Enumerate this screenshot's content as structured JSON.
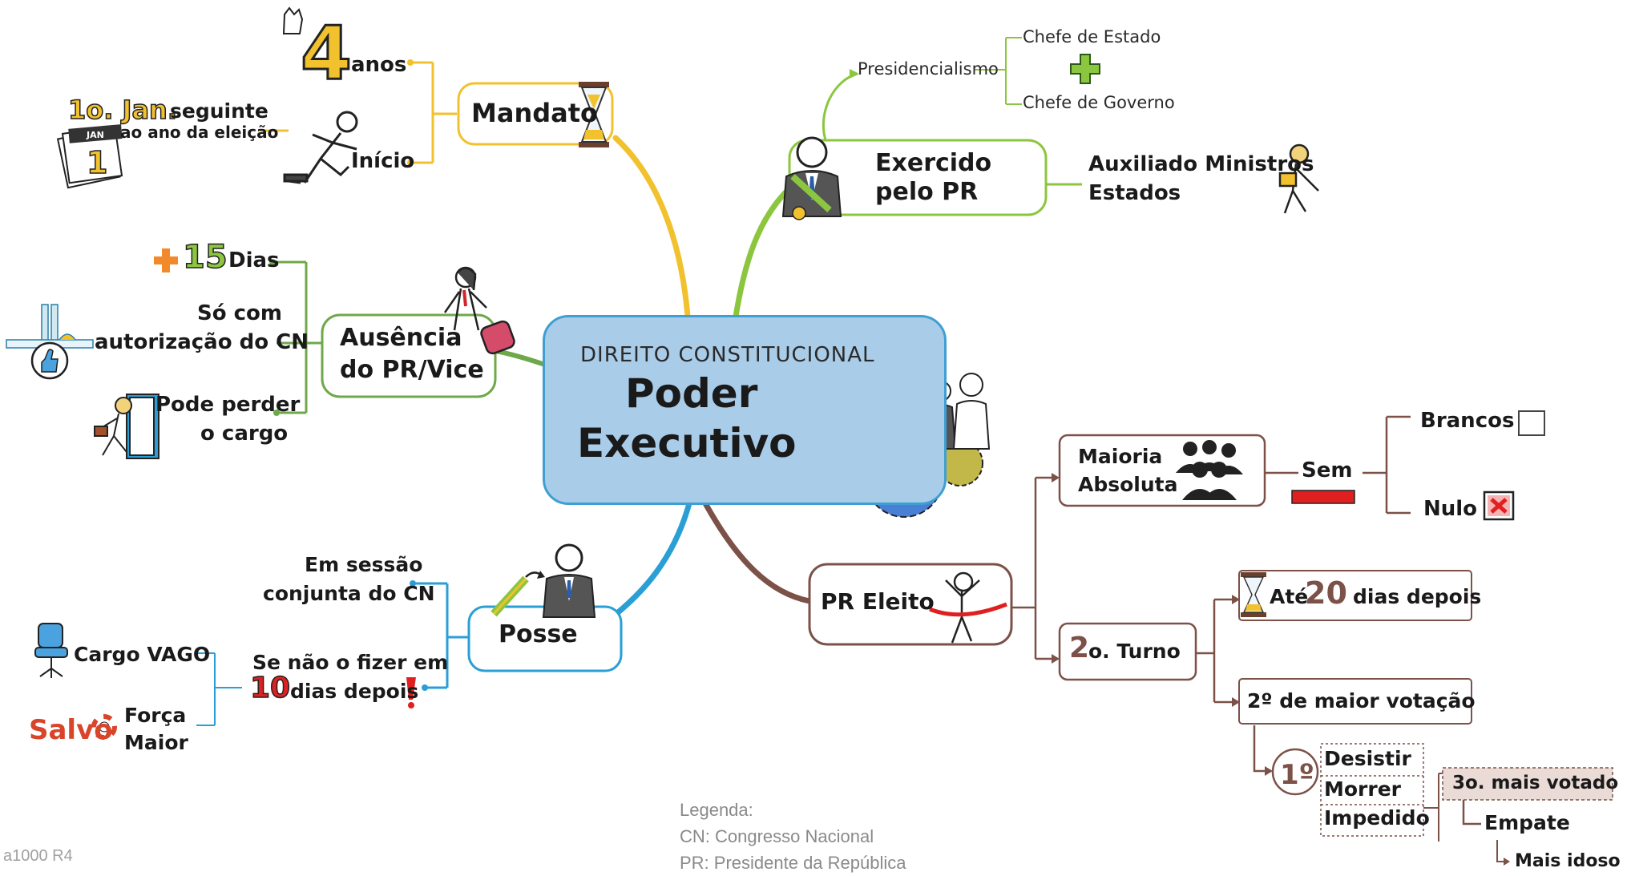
{
  "center": {
    "subtitle": "DIREITO CONSTITUCIONAL",
    "title_line1": "Poder",
    "title_line2": "Executivo"
  },
  "mandato": {
    "label": "Mandato",
    "number": "4",
    "anos": "anos",
    "inicio": "Início",
    "date_big": "1o. Jan.",
    "date_rest1": "seguinte",
    "date_rest2": "ao ano da eleição",
    "calendar_month": "JAN",
    "calendar_day": "1"
  },
  "exercido": {
    "label_line1": "Exercido",
    "label_line2": "pelo PR",
    "presidencialismo": "Presidencialismo",
    "chefe_estado": "Chefe de Estado",
    "chefe_governo": "Chefe de Governo",
    "auxiliado_line1": "Auxiliado Ministros",
    "auxiliado_line2": "Estados"
  },
  "ausencia": {
    "label_line1": "Ausência",
    "label_line2": "do PR/Vice",
    "plus": "+",
    "days_number": "15",
    "days_word": "Dias",
    "auth_line1": "Só com",
    "auth_line2": "autorização do CN",
    "lose_line1": "Pode perder",
    "lose_line2": "o cargo"
  },
  "posse": {
    "label": "Posse",
    "sessao_line1": "Em sessão",
    "sessao_line2": "conjunta do CN",
    "naofizer_line1": "Se não o fizer em",
    "naofizer_number": "10",
    "naofizer_rest": "dias depois",
    "cargo_vago": "Cargo VAGO",
    "salvo": "Salvo",
    "forca_line1": "Força",
    "forca_line2": "Maior"
  },
  "eleito": {
    "label": "PR Eleito",
    "maioria_line1": "Maioria",
    "maioria_line2": "Absoluta",
    "sem": "Sem",
    "brancos": "Brancos",
    "nulo": "Nulo",
    "turno_number": "2",
    "turno_rest": "o. Turno",
    "ate": "Até",
    "ate_number": "20",
    "ate_rest": "dias depois",
    "segundo": "2º de maior votação",
    "primeiro": "1º",
    "desistir": "Desistir",
    "morrer": "Morrer",
    "impedido": "Impedido",
    "terceiro": "3o. mais votado",
    "empate": "Empate",
    "mais_idoso": "Mais idoso"
  },
  "legend": {
    "title": "Legenda:",
    "cn": "CN: Congresso Nacional",
    "pr": "PR: Presidente da República"
  },
  "footer": {
    "code": "a1000 R4"
  },
  "colors": {
    "yellow": "#f2c12e",
    "green": "#8cc63f",
    "blue": "#2a9fd6",
    "brown": "#7b5148",
    "red": "#e02020",
    "orange": "#f08a2a",
    "center_fill": "#a9cce8",
    "center_border": "#3e9fd2"
  }
}
